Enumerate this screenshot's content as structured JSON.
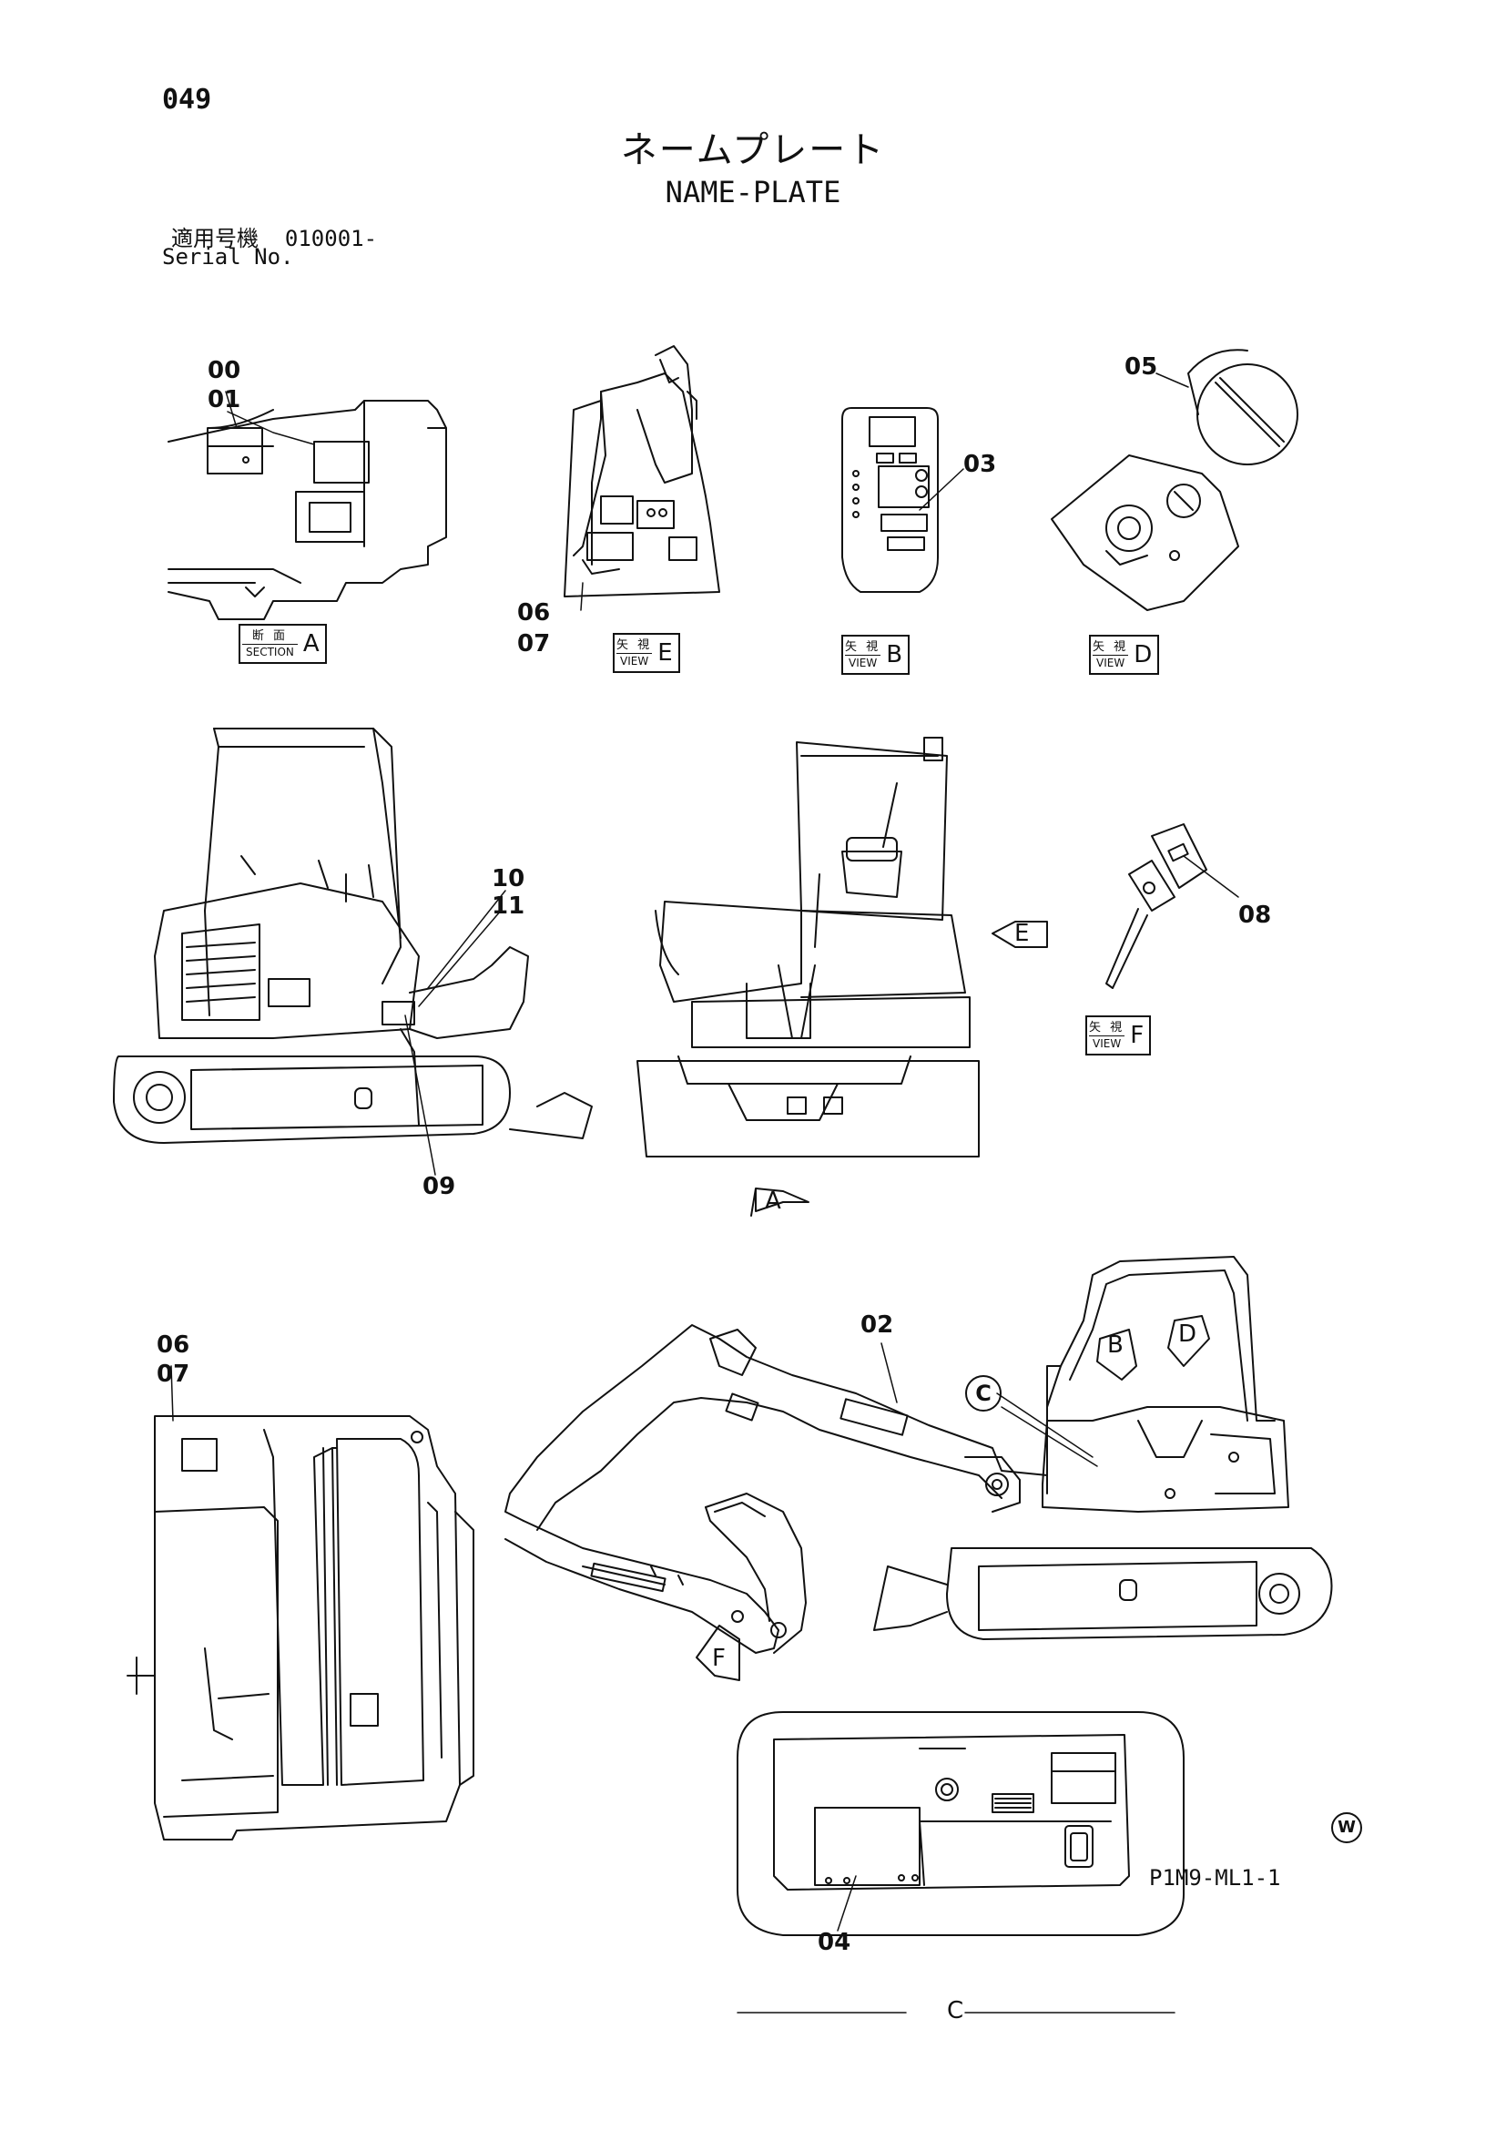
{
  "header": {
    "page_number": "049",
    "title_jp": "ネームプレート",
    "title_en": "NAME-PLATE",
    "serial_label_jp": "適用号機",
    "serial_value": "010001-",
    "serial_label_en": "Serial No."
  },
  "views": {
    "section_a": {
      "top": "断 面",
      "bottom": "SECTION",
      "letter": "A"
    },
    "view_e": {
      "top": "矢 視",
      "bottom": "VIEW",
      "letter": "E"
    },
    "view_b": {
      "top": "矢 視",
      "bottom": "VIEW",
      "letter": "B"
    },
    "view_d": {
      "top": "矢 視",
      "bottom": "VIEW",
      "letter": "D"
    },
    "view_f": {
      "top": "矢 視",
      "bottom": "VIEW",
      "letter": "F"
    }
  },
  "callouts": {
    "c00": "00",
    "c01": "01",
    "c02": "02",
    "c03": "03",
    "c04": "04",
    "c05": "05",
    "c06a": "06",
    "c07a": "07",
    "c06b": "06",
    "c07b": "07",
    "c08": "08",
    "c09": "09",
    "c10": "10",
    "c11": "11"
  },
  "arrows": {
    "arrow_e": "E",
    "arrow_a": "A",
    "arrow_f": "F",
    "arrow_b": "B",
    "arrow_d": "D",
    "circle_c": "C",
    "detail_c": "C"
  },
  "footer": {
    "mark": "W",
    "reference": "P1M9-ML1-1"
  }
}
